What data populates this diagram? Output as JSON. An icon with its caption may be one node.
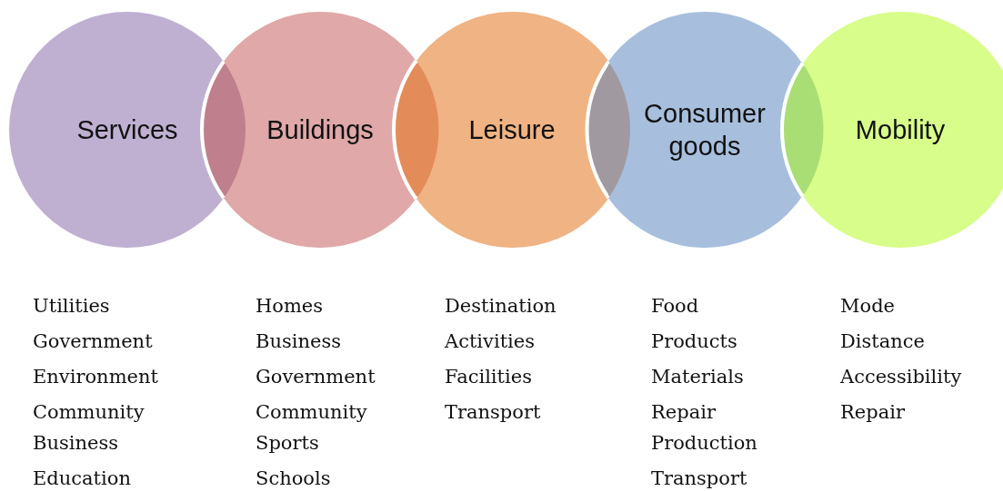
{
  "diagram": {
    "nodes": [
      {
        "text": [
          "Services"
        ],
        "beside": [
          "Utilities",
          "Government",
          "Environment",
          "Community",
          "Business",
          "Education"
        ]
      },
      {
        "text": [
          "Buildings"
        ],
        "beside": [
          "Homes",
          "Business",
          "Government",
          "Community",
          "Sports",
          "Schools"
        ]
      },
      {
        "text": [
          "Leisure"
        ],
        "beside": [
          "Destination",
          "Activities",
          "Facilities",
          "Transport"
        ]
      },
      {
        "text": [
          "Consumer goods"
        ],
        "beside": [
          "Food",
          "Products",
          "Materials",
          "Repair",
          "Production",
          "Transport"
        ]
      },
      {
        "text": [
          "Mobility"
        ],
        "beside": [
          "Mode",
          "Distance",
          "Accessibility",
          "Repair"
        ]
      }
    ],
    "edges": []
  }
}
